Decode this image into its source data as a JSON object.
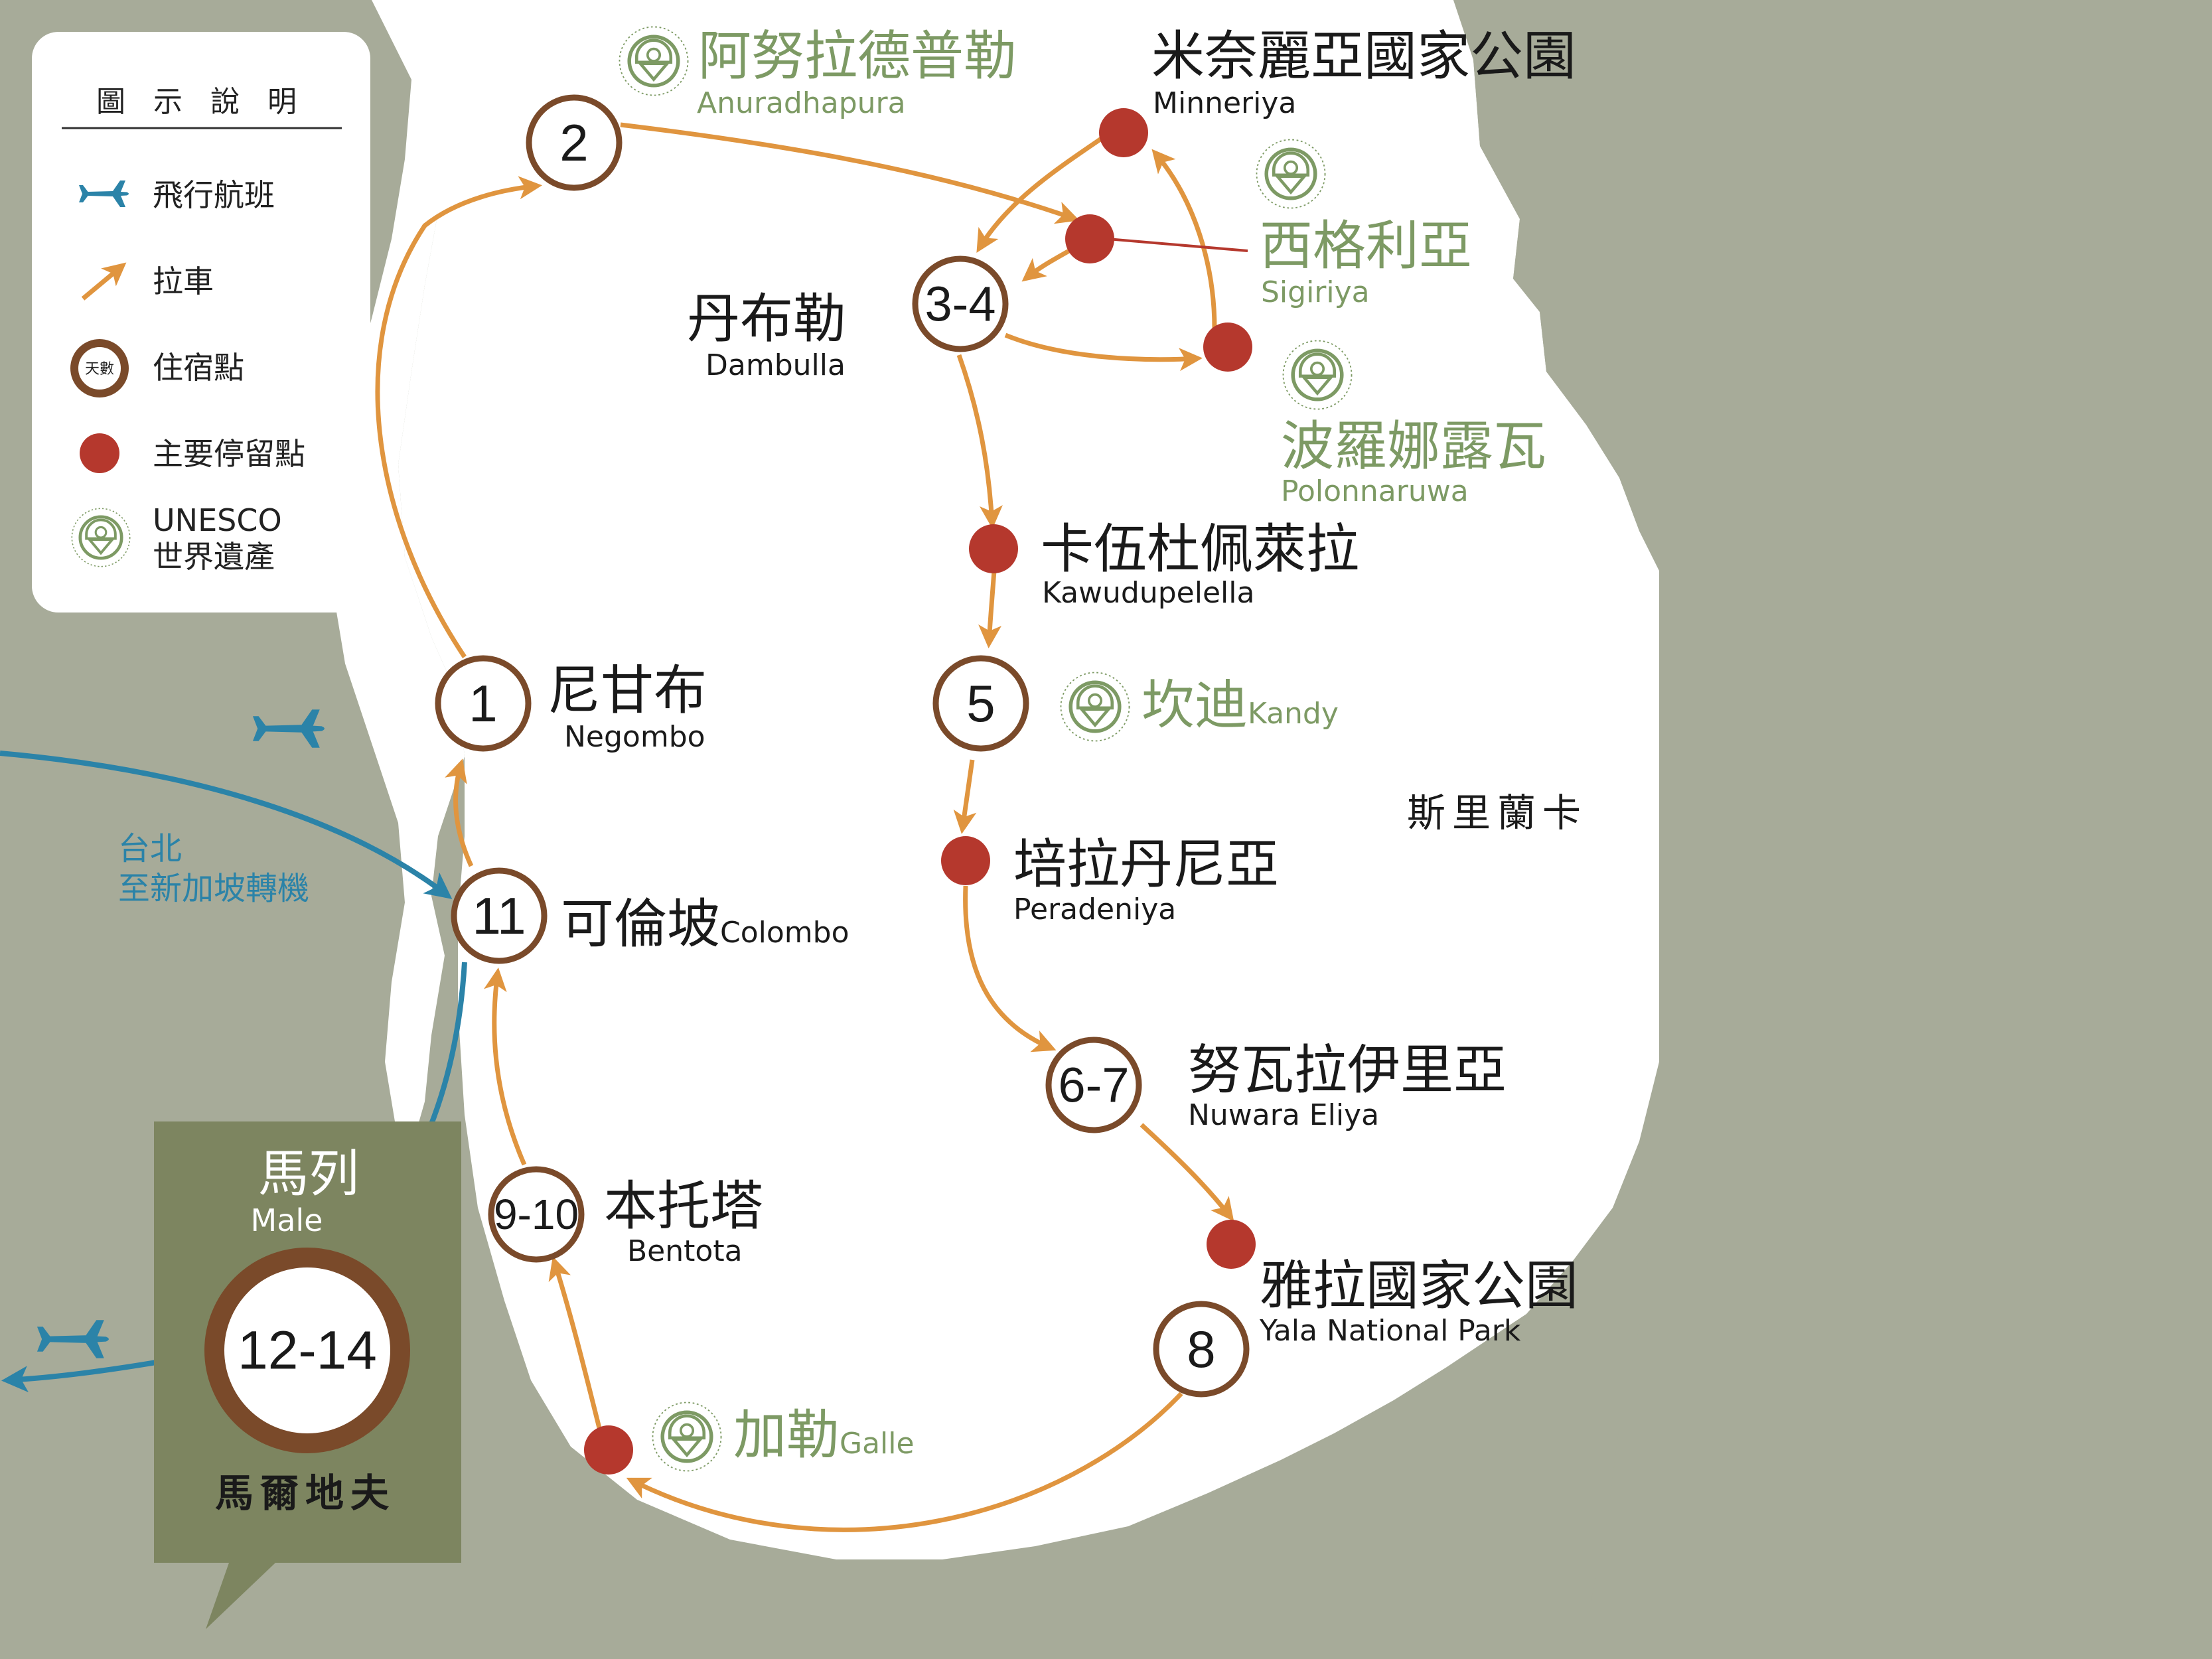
{
  "colors": {
    "sea": "#a7ab99",
    "land": "#ffffff",
    "route": "#e0953f",
    "flight": "#2b83a8",
    "stay_ring": "#7a4a2a",
    "stop": "#b5382d",
    "unesco": "#7d9a64",
    "maldives_box": "#7d8560"
  },
  "legend": {
    "title": "圖 示 說 明",
    "flight": "飛行航班",
    "drive": "拉車",
    "stay": "住宿點",
    "stay_badge": "天數",
    "stop": "主要停留點",
    "unesco_line1": "UNESCO",
    "unesco_line2": "世界遺產"
  },
  "flight_note": {
    "line1": "台北",
    "line2": "至新加坡轉機"
  },
  "country": "斯里蘭卡",
  "maldives": {
    "zh": "馬列",
    "en": "Male",
    "days": "12-14",
    "country": "馬爾地夫"
  },
  "stays": {
    "negombo": {
      "days": "1",
      "zh": "尼甘布",
      "en": "Negombo"
    },
    "anuradhapura": {
      "days": "2",
      "zh": "阿努拉德普勒",
      "en": "Anuradhapura"
    },
    "dambulla": {
      "days": "3-4",
      "zh": "丹布勒",
      "en": "Dambulla"
    },
    "kandy": {
      "days": "5",
      "zh": "坎迪",
      "en": "Kandy"
    },
    "nuwara": {
      "days": "6-7",
      "zh": "努瓦拉伊里亞",
      "en": "Nuwara Eliya"
    },
    "yala_stay": {
      "days": "8"
    },
    "bentota": {
      "days": "9-10",
      "zh": "本托塔",
      "en": "Bentota"
    },
    "colombo": {
      "days": "11",
      "zh": "可倫坡",
      "en": "Colombo"
    }
  },
  "stops": {
    "minneriya": {
      "zh": "米奈麗亞國家公園",
      "en": "Minneriya"
    },
    "sigiriya": {
      "zh": "西格利亞",
      "en": "Sigiriya"
    },
    "polonnaruwa": {
      "zh": "波羅娜露瓦",
      "en": "Polonnaruwa"
    },
    "kawudupelella": {
      "zh": "卡伍杜佩萊拉",
      "en": "Kawudupelella"
    },
    "peradeniya": {
      "zh": "培拉丹尼亞",
      "en": "Peradeniya"
    },
    "yala": {
      "zh": "雅拉國家公園",
      "en": "Yala National Park"
    },
    "galle": {
      "zh": "加勒",
      "en": "Galle"
    }
  },
  "icons": {
    "legend_plane": "plane-icon",
    "legend_arrow": "drive-arrow-icon",
    "legend_stay": "stay-ring-icon",
    "legend_stop": "stop-dot-icon",
    "legend_unesco": "unesco-icon"
  }
}
